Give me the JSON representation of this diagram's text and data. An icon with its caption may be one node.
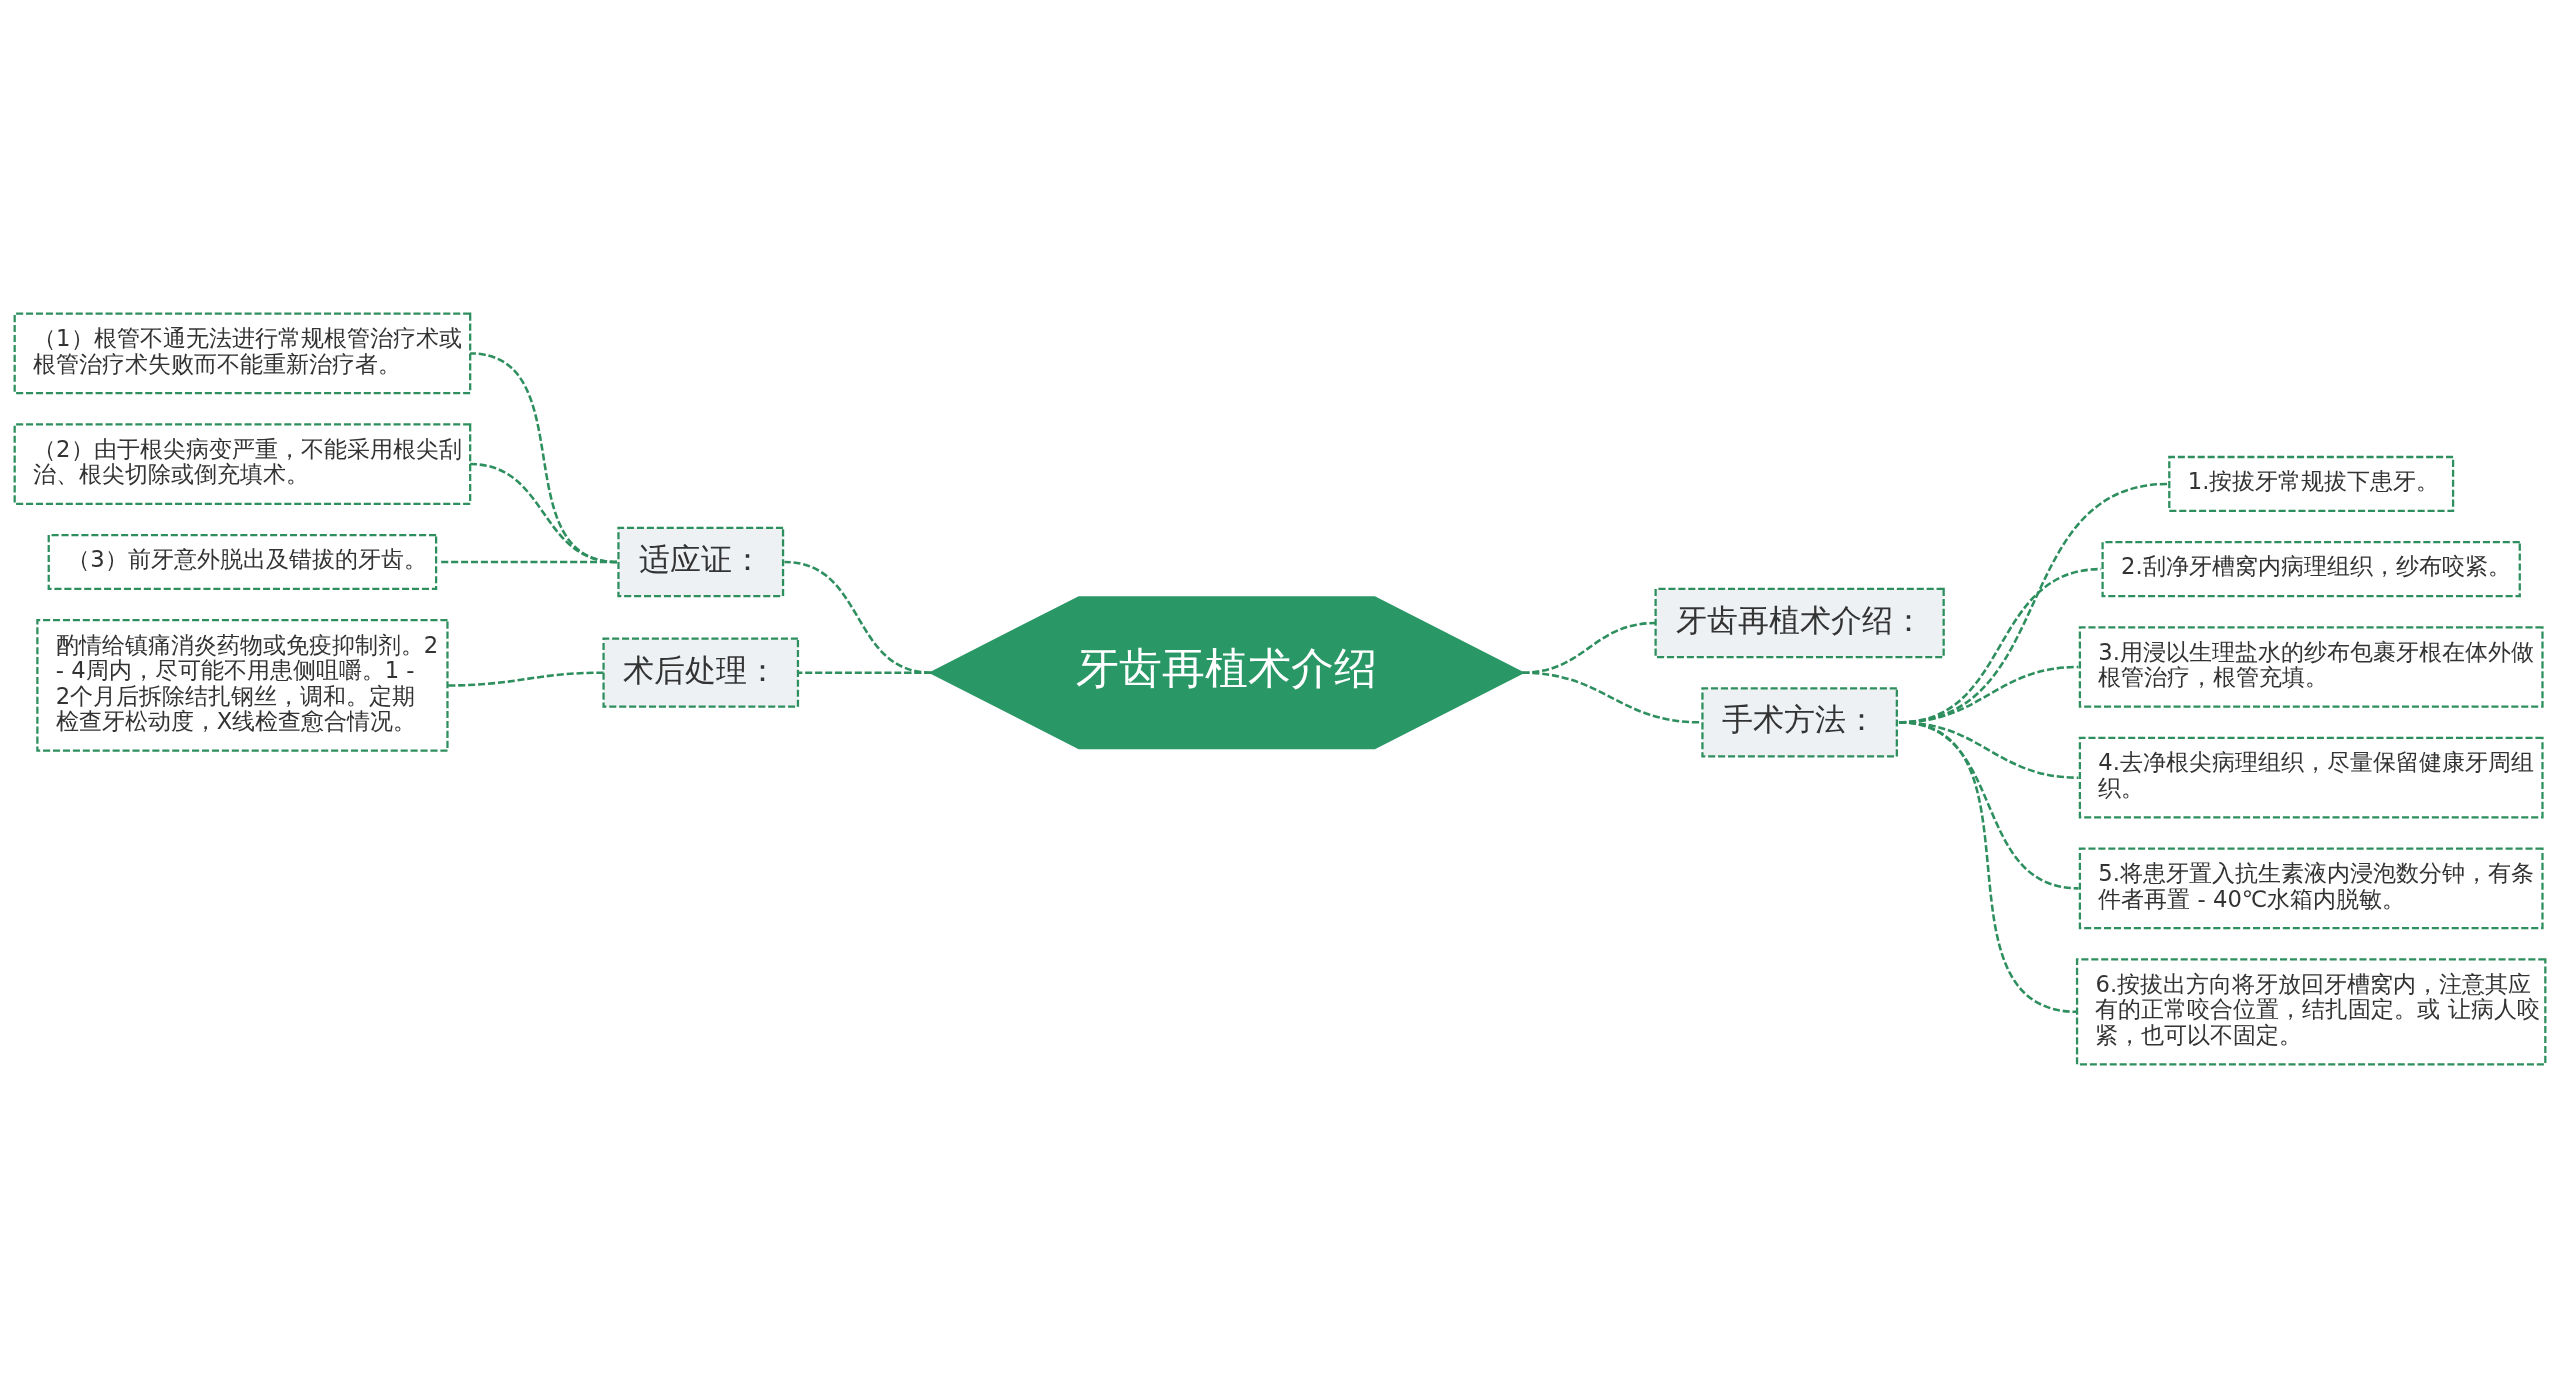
{
  "diagram": {
    "nodes": [
      {
        "text": [
          "牙齿再植术介绍"
        ]
      },
      {
        "text": [
          "适应证："
        ]
      },
      {
        "text": [
          "（1）根管不通无法进行常规根管治疗术或根管治疗术失败而不能重新治疗者。"
        ]
      },
      {
        "text": [
          "（2）由于根尖病变严重，不能采用根尖刮治、根尖切除或倒充填术。"
        ]
      },
      {
        "text": [
          "（3）前牙意外脱出及错拔的牙齿。"
        ]
      },
      {
        "text": [
          "术后处理："
        ]
      },
      {
        "text": [
          "酌情给镇痛消炎药物或免疫抑制剂。2 - 4周内，尽可能不用患侧咀嚼。1 - 2个月后拆除结扎钢丝，调和。定期检查牙松动度，X线检查愈合情况。"
        ]
      },
      {
        "text": [
          "牙齿再植术介绍："
        ]
      },
      {
        "text": [
          "手术方法："
        ]
      },
      {
        "text": [
          "1.按拔牙常规拔下患牙。"
        ]
      },
      {
        "text": [
          "2.刮净牙槽窝内病理组织，纱布咬紧。"
        ]
      },
      {
        "text": [
          "3.用浸以生理盐水的纱布包裹牙根在体外做根管治疗，根管充填。"
        ]
      },
      {
        "text": [
          "4.去净根尖病理组织，尽量保留健康牙周组织。"
        ]
      },
      {
        "text": [
          "5.将患牙置入抗生素液内浸泡数分钟，有条件者再置 - 40℃水箱内脱敏。"
        ]
      },
      {
        "text": [
          "6.按拔出方向将牙放回牙槽窝内，注意其应有的正常咬合位置，结扎固定。或 让病人咬紧，也可以不固定。"
        ]
      }
    ],
    "edges": [
      {
        "from": 0,
        "to": 1,
        "arrow": "none",
        "style": "dashed"
      },
      {
        "from": 1,
        "to": 2,
        "arrow": "none",
        "style": "dashed"
      },
      {
        "from": 1,
        "to": 3,
        "arrow": "none",
        "style": "dashed"
      },
      {
        "from": 1,
        "to": 4,
        "arrow": "none",
        "style": "dashed"
      },
      {
        "from": 0,
        "to": 5,
        "arrow": "none",
        "style": "dashed"
      },
      {
        "from": 5,
        "to": 6,
        "arrow": "none",
        "style": "dashed"
      },
      {
        "from": 0,
        "to": 7,
        "arrow": "none",
        "style": "dashed"
      },
      {
        "from": 0,
        "to": 8,
        "arrow": "none",
        "style": "dashed"
      },
      {
        "from": 8,
        "to": 9,
        "arrow": "none",
        "style": "dashed"
      },
      {
        "from": 8,
        "to": 10,
        "arrow": "none",
        "style": "dashed"
      },
      {
        "from": 8,
        "to": 11,
        "arrow": "none",
        "style": "dashed"
      },
      {
        "from": 8,
        "to": 12,
        "arrow": "none",
        "style": "dashed"
      },
      {
        "from": 8,
        "to": 13,
        "arrow": "none",
        "style": "dashed"
      },
      {
        "from": 8,
        "to": 14,
        "arrow": "none",
        "style": "dashed"
      }
    ]
  }
}
